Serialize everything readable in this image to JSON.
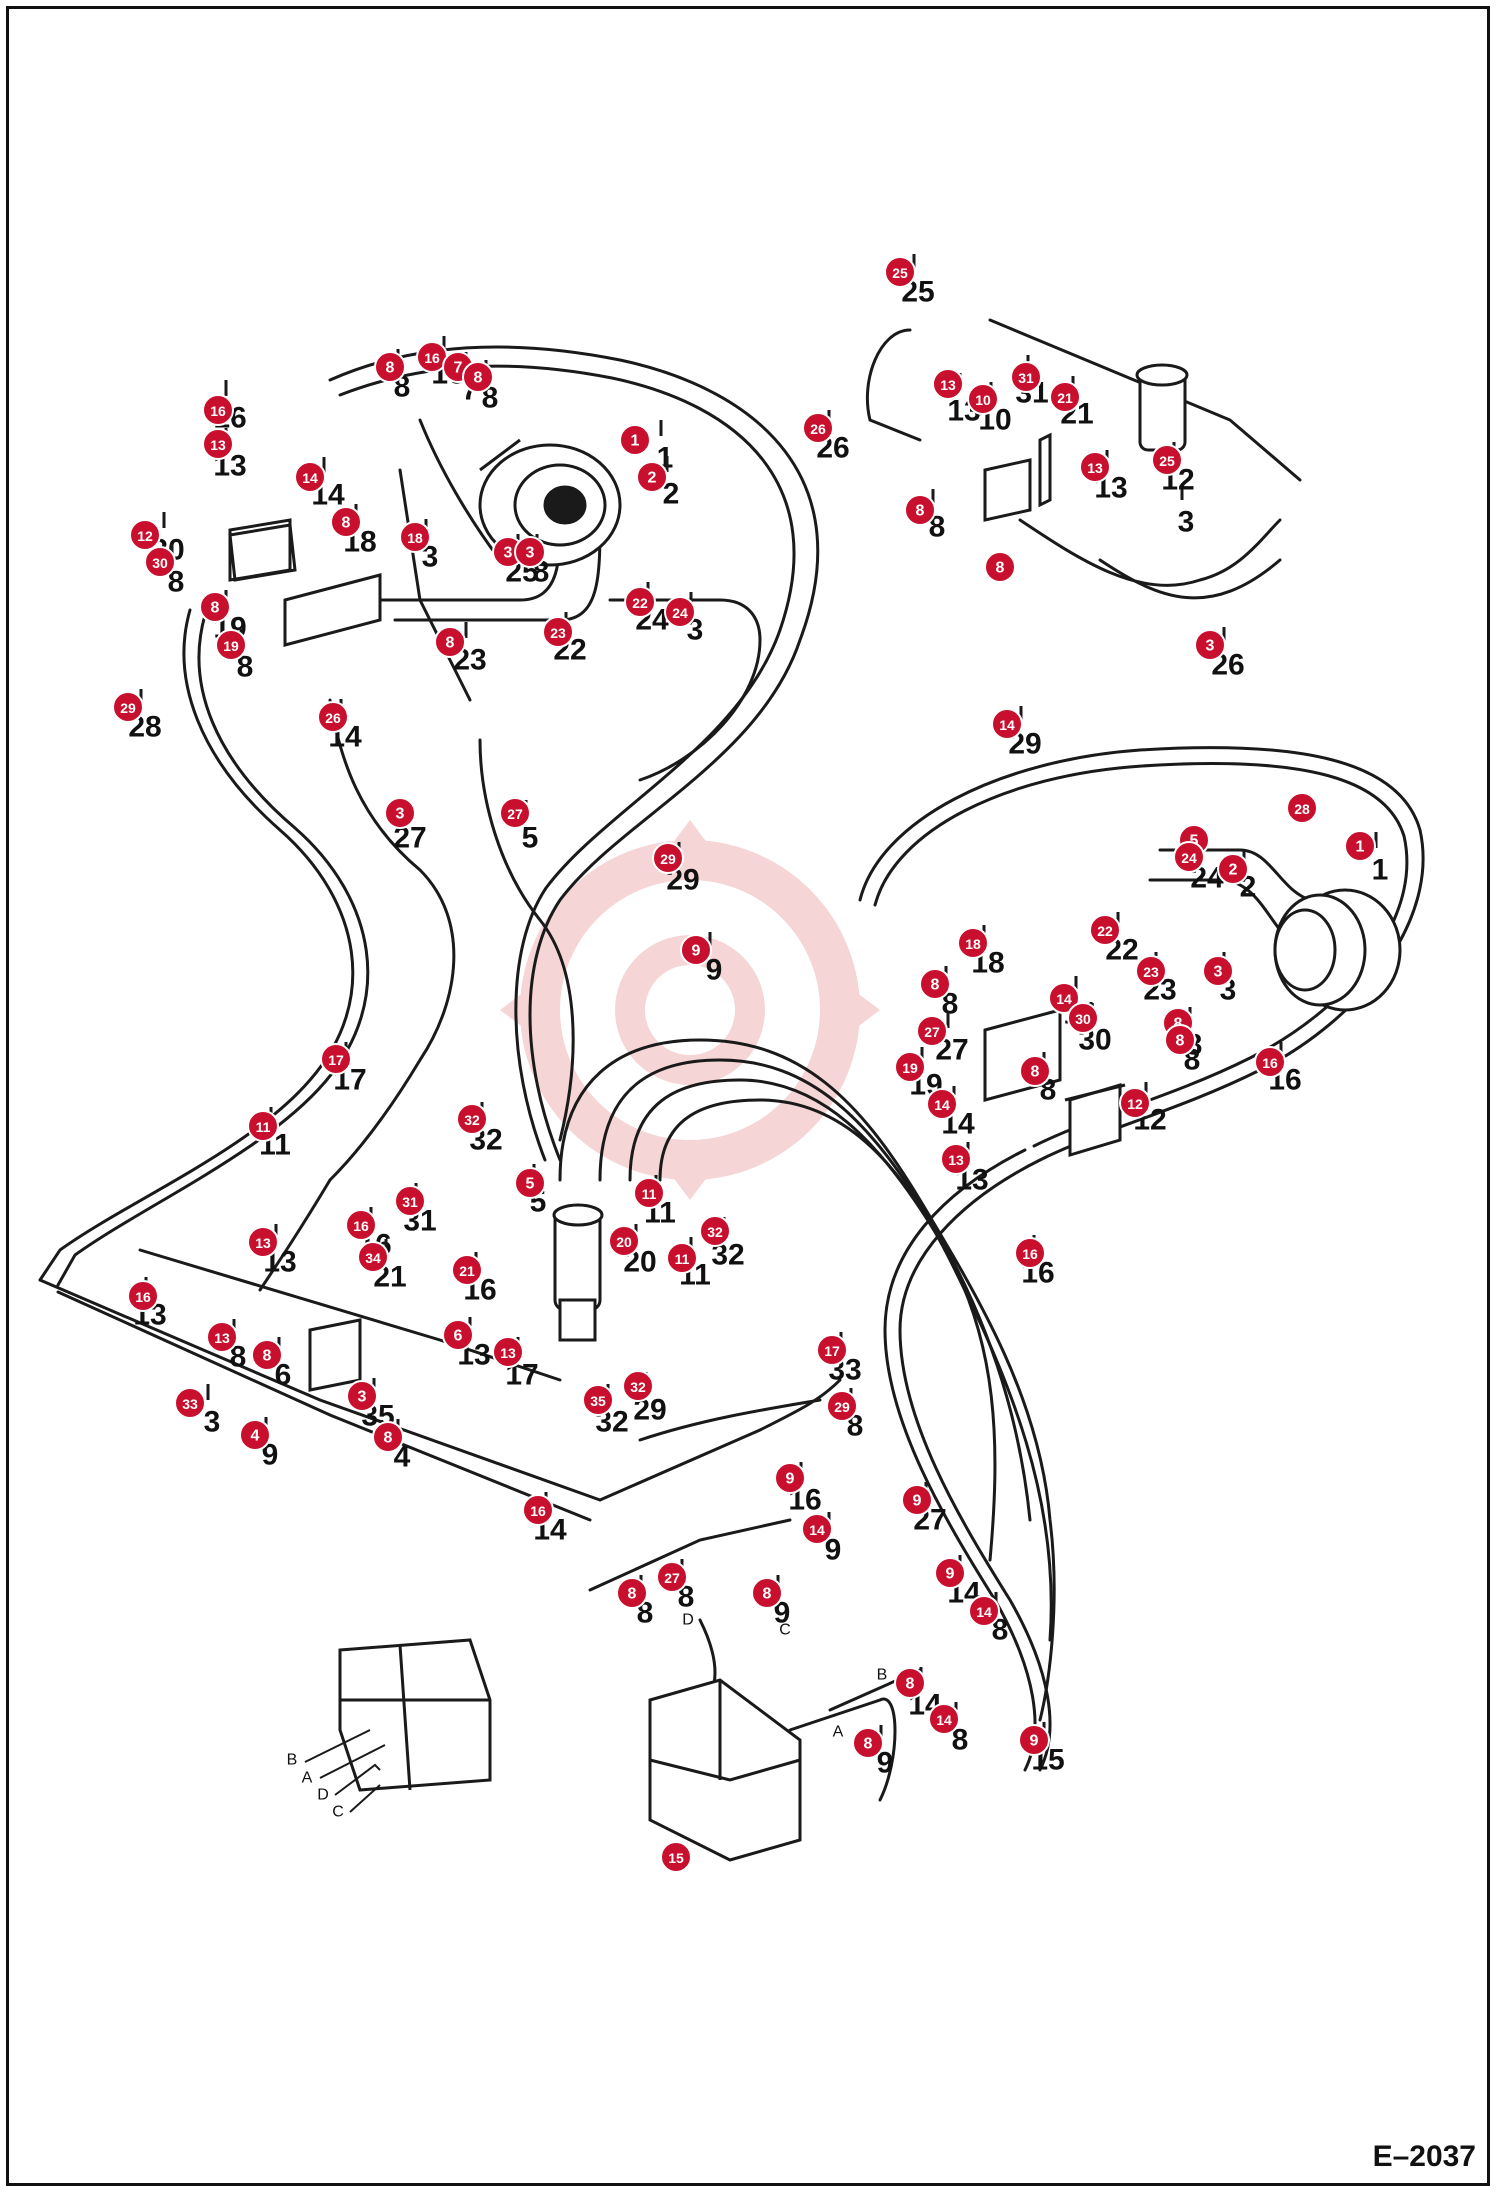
{
  "document": {
    "code": "E–2037"
  },
  "colors": {
    "callout_fill": "#c8102e",
    "callout_text": "#ffffff",
    "line": "#1a1a1a",
    "watermark": "#f3c4c4"
  },
  "callouts": [
    "25",
    "8",
    "16",
    "7",
    "8",
    "31",
    "21",
    "13",
    "10",
    "16",
    "13",
    "26",
    "14",
    "1",
    "2",
    "13",
    "8",
    "8",
    "3",
    "25",
    "12",
    "30",
    "8",
    "18",
    "3",
    "8",
    "19",
    "8",
    "23",
    "22",
    "24",
    "3",
    "26",
    "14",
    "29",
    "28",
    "3",
    "27",
    "5",
    "24",
    "2",
    "29",
    "1",
    "22",
    "18",
    "9",
    "23",
    "8",
    "3",
    "8",
    "14",
    "30",
    "8",
    "27",
    "16",
    "19",
    "8",
    "14",
    "12",
    "17",
    "13",
    "11",
    "32",
    "5",
    "11",
    "31",
    "16",
    "20",
    "32",
    "11",
    "16",
    "13",
    "34",
    "21",
    "16",
    "13",
    "8",
    "6",
    "13",
    "17",
    "33",
    "3",
    "35",
    "32",
    "29",
    "8",
    "4",
    "9",
    "16",
    "14",
    "9",
    "27",
    "8",
    "8",
    "9",
    "14",
    "8",
    "14",
    "8",
    "9",
    "15"
  ],
  "part_labels": [
    "25",
    "8",
    "16",
    "7",
    "8",
    "31",
    "21",
    "13",
    "10",
    "16",
    "13",
    "26",
    "14",
    "1",
    "2",
    "13",
    "8",
    "3",
    "25",
    "12",
    "30",
    "8",
    "18",
    "3",
    "8",
    "19",
    "8",
    "23",
    "22",
    "24",
    "3",
    "26",
    "14",
    "29",
    "28",
    "27",
    "5",
    "24",
    "2",
    "29",
    "1",
    "22",
    "18",
    "9",
    "23",
    "8",
    "3",
    "8",
    "14",
    "30",
    "8",
    "27",
    "16",
    "19",
    "8",
    "14",
    "12",
    "17",
    "13",
    "11",
    "32",
    "5",
    "11",
    "31",
    "16",
    "20",
    "32",
    "11",
    "16",
    "13",
    "21",
    "16",
    "13",
    "8",
    "6",
    "13",
    "17",
    "33",
    "3",
    "35",
    "32",
    "29",
    "8",
    "4",
    "9",
    "16",
    "14",
    "9",
    "27",
    "8",
    "8",
    "9",
    "14",
    "8",
    "14",
    "8",
    "9",
    "15"
  ],
  "port_letters": {
    "a": "A",
    "b": "B",
    "c": "C",
    "d": "D"
  },
  "inset_letters": [
    "B",
    "A",
    "D",
    "C"
  ]
}
